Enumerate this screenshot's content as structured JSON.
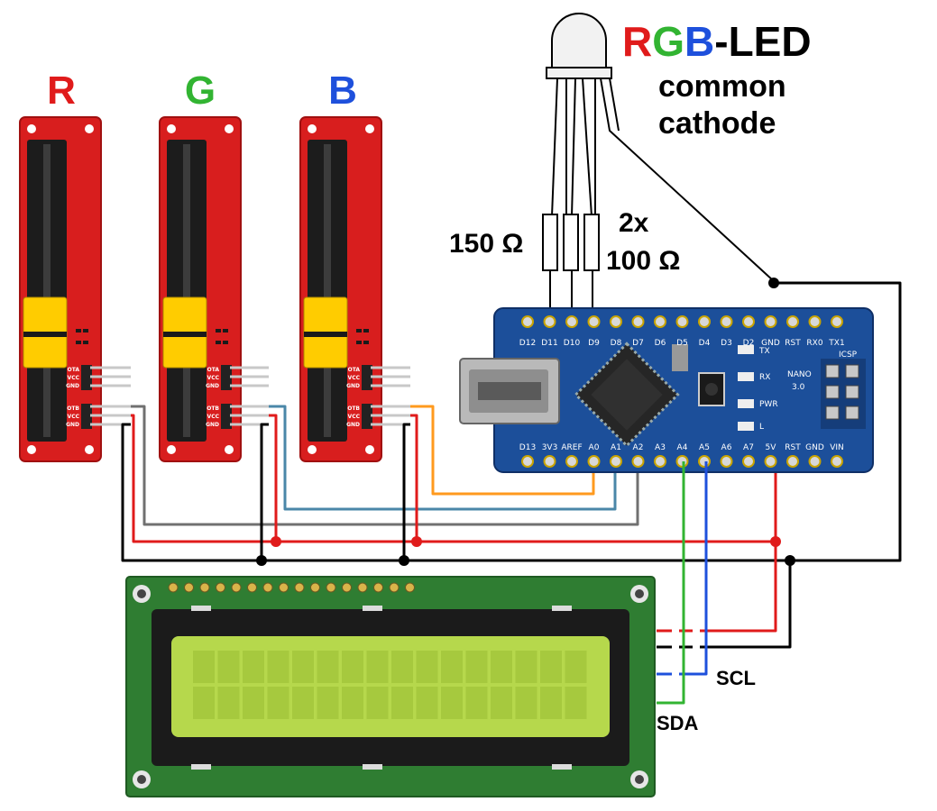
{
  "colors": {
    "red": "#e01b1b",
    "green": "#32b432",
    "blue": "#1e50dc",
    "gray": "#707070",
    "steel_blue": "#4a87a8",
    "orange": "#ff9a1e",
    "black": "#000000",
    "board_red": "#d81e1e",
    "nano_blue": "#1c4f9a",
    "lcd_green": "#2f7d32",
    "lcd_screen": "#b6d84c",
    "slider_yellow": "#ffcc00"
  },
  "sliders": [
    {
      "letter": "R",
      "pins_top": [
        "OTA",
        "VCC",
        "GND"
      ],
      "pins_bottom": [
        "OTB",
        "VCC",
        "GND"
      ]
    },
    {
      "letter": "G",
      "pins_top": [
        "OTA",
        "VCC",
        "GND"
      ],
      "pins_bottom": [
        "OTB",
        "VCC",
        "GND"
      ]
    },
    {
      "letter": "B",
      "pins_top": [
        "OTA",
        "VCC",
        "GND"
      ],
      "pins_bottom": [
        "OTB",
        "VCC",
        "GND"
      ]
    }
  ],
  "led": {
    "title_r": "R",
    "title_g": "G",
    "title_b": "B",
    "title_rest": "-LED",
    "line1": "common",
    "line2": "cathode"
  },
  "resistors": {
    "left_label": "150 Ω",
    "right_label_1": "2x",
    "right_label_2": "100 Ω"
  },
  "nano": {
    "top_pins": [
      "D12",
      "D11",
      "D10",
      "D9",
      "D8",
      "D7",
      "D6",
      "D5",
      "D4",
      "D3",
      "D2",
      "GND",
      "RST",
      "RX0",
      "TX1"
    ],
    "bottom_pins": [
      "D13",
      "3V3",
      "AREF",
      "A0",
      "A1",
      "A2",
      "A3",
      "A4",
      "A5",
      "A6",
      "A7",
      "5V",
      "RST",
      "GND",
      "VIN"
    ],
    "side_labels": [
      "TX",
      "RX",
      "PWR",
      "L"
    ],
    "icsp": "ICSP",
    "model_1": "NANO",
    "model_2": "3.0"
  },
  "lcd": {
    "scl": "SCL",
    "sda": "SDA"
  }
}
